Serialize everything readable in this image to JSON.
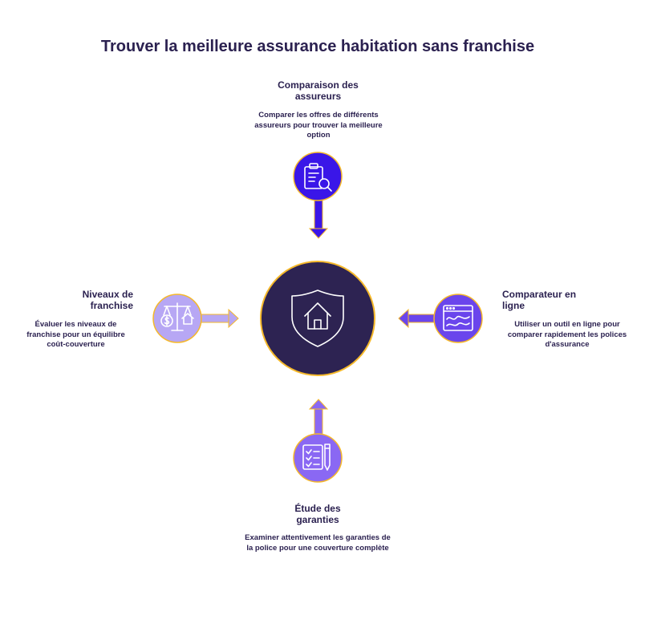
{
  "title": "Trouver la meilleure assurance habitation sans franchise",
  "colors": {
    "center": "#2d2352",
    "gold": "#f5b82a",
    "top": "#3a16e8",
    "right": "#6a45ec",
    "bottom": "#8a68f3",
    "left": "#b7a7f4"
  },
  "center": {
    "icon": "house-shield-icon"
  },
  "nodes": {
    "top": {
      "title": "Comparaison des assureurs",
      "description": "Comparer les offres de différents assureurs pour trouver la meilleure option",
      "icon": "clipboard-search-icon"
    },
    "right": {
      "title": "Comparateur en ligne",
      "description": "Utiliser un outil en ligne pour comparer rapidement les polices d'assurance",
      "icon": "browser-chart-icon"
    },
    "bottom": {
      "title": "Étude des garanties",
      "description": "Examiner attentivement les garanties de la police pour une couverture complète",
      "icon": "checklist-pen-icon"
    },
    "left": {
      "title": "Niveaux de franchise",
      "description": "Évaluer les niveaux de franchise pour un équilibre coût-couverture",
      "icon": "scale-money-house-icon"
    }
  }
}
